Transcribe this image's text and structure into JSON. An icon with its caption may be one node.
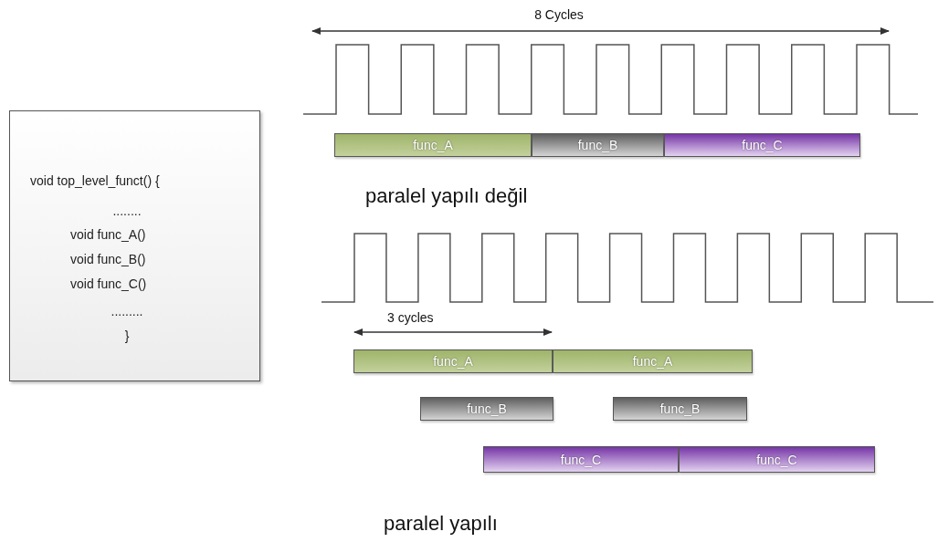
{
  "diagram": {
    "nodes": [
      {
        "text": [
          "void top_level_funct() {",
          "........",
          "void func_A()",
          "void func_B()",
          "void func_C()",
          ".........",
          "}"
        ]
      },
      {
        "text": [
          "func_A"
        ]
      },
      {
        "text": [
          "func_B"
        ]
      },
      {
        "text": [
          "func_C"
        ]
      },
      {
        "text": [
          "func_A"
        ]
      },
      {
        "text": [
          "func_A"
        ]
      },
      {
        "text": [
          "func_B"
        ]
      },
      {
        "text": [
          "func_B"
        ]
      },
      {
        "text": [
          "func_C"
        ]
      },
      {
        "text": [
          "func_C"
        ]
      }
    ],
    "labels": [
      "8 Cycles",
      "paralel yapılı değil",
      "3 cycles",
      "paralel yapılı"
    ]
  }
}
